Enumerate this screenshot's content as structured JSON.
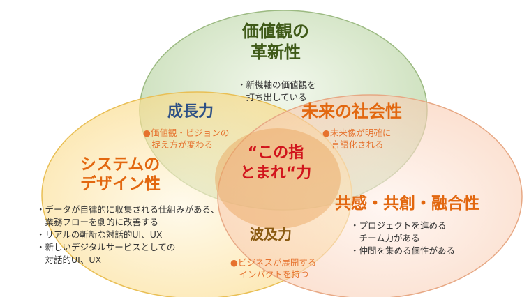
{
  "colors": {
    "green_circle": "#b7d3a1",
    "yellow_circle": "#fad67a",
    "peach_circle": "#f8c7aa",
    "center": "#e9a259",
    "accent_red": "#d1141c",
    "accent_orange": "#e2670f"
  },
  "top": {
    "title": "価値観の\n革新性",
    "body": "・新機軸の価値観を\n　打ち出している"
  },
  "left": {
    "title": "システムの\nデザイン性",
    "body": "・データが自律的に収集される仕組みがある、\n　業務フローを劇的に改善する\n・リアルの斬新な対話的UI、UX\n・新しいデジタルサービスとしての\n　対話的UI、UX"
  },
  "right": {
    "title": "共感・共創・融合性",
    "body": "・プロジェクトを進める\n　チーム力がある\n・仲間を集める個性がある"
  },
  "overlap_top_left": {
    "title": "成長力",
    "body": "●価値観・ビジョンの\n　捉え方が変わる"
  },
  "overlap_top_right": {
    "title": "未来の社会性",
    "body": "●未来像が明確に\n　言語化される"
  },
  "overlap_left_right": {
    "title": "波及力",
    "body": "●ビジネスが展開する\n　インパクトを持つ"
  },
  "center": {
    "title": "“この指\nとまれ“力"
  }
}
